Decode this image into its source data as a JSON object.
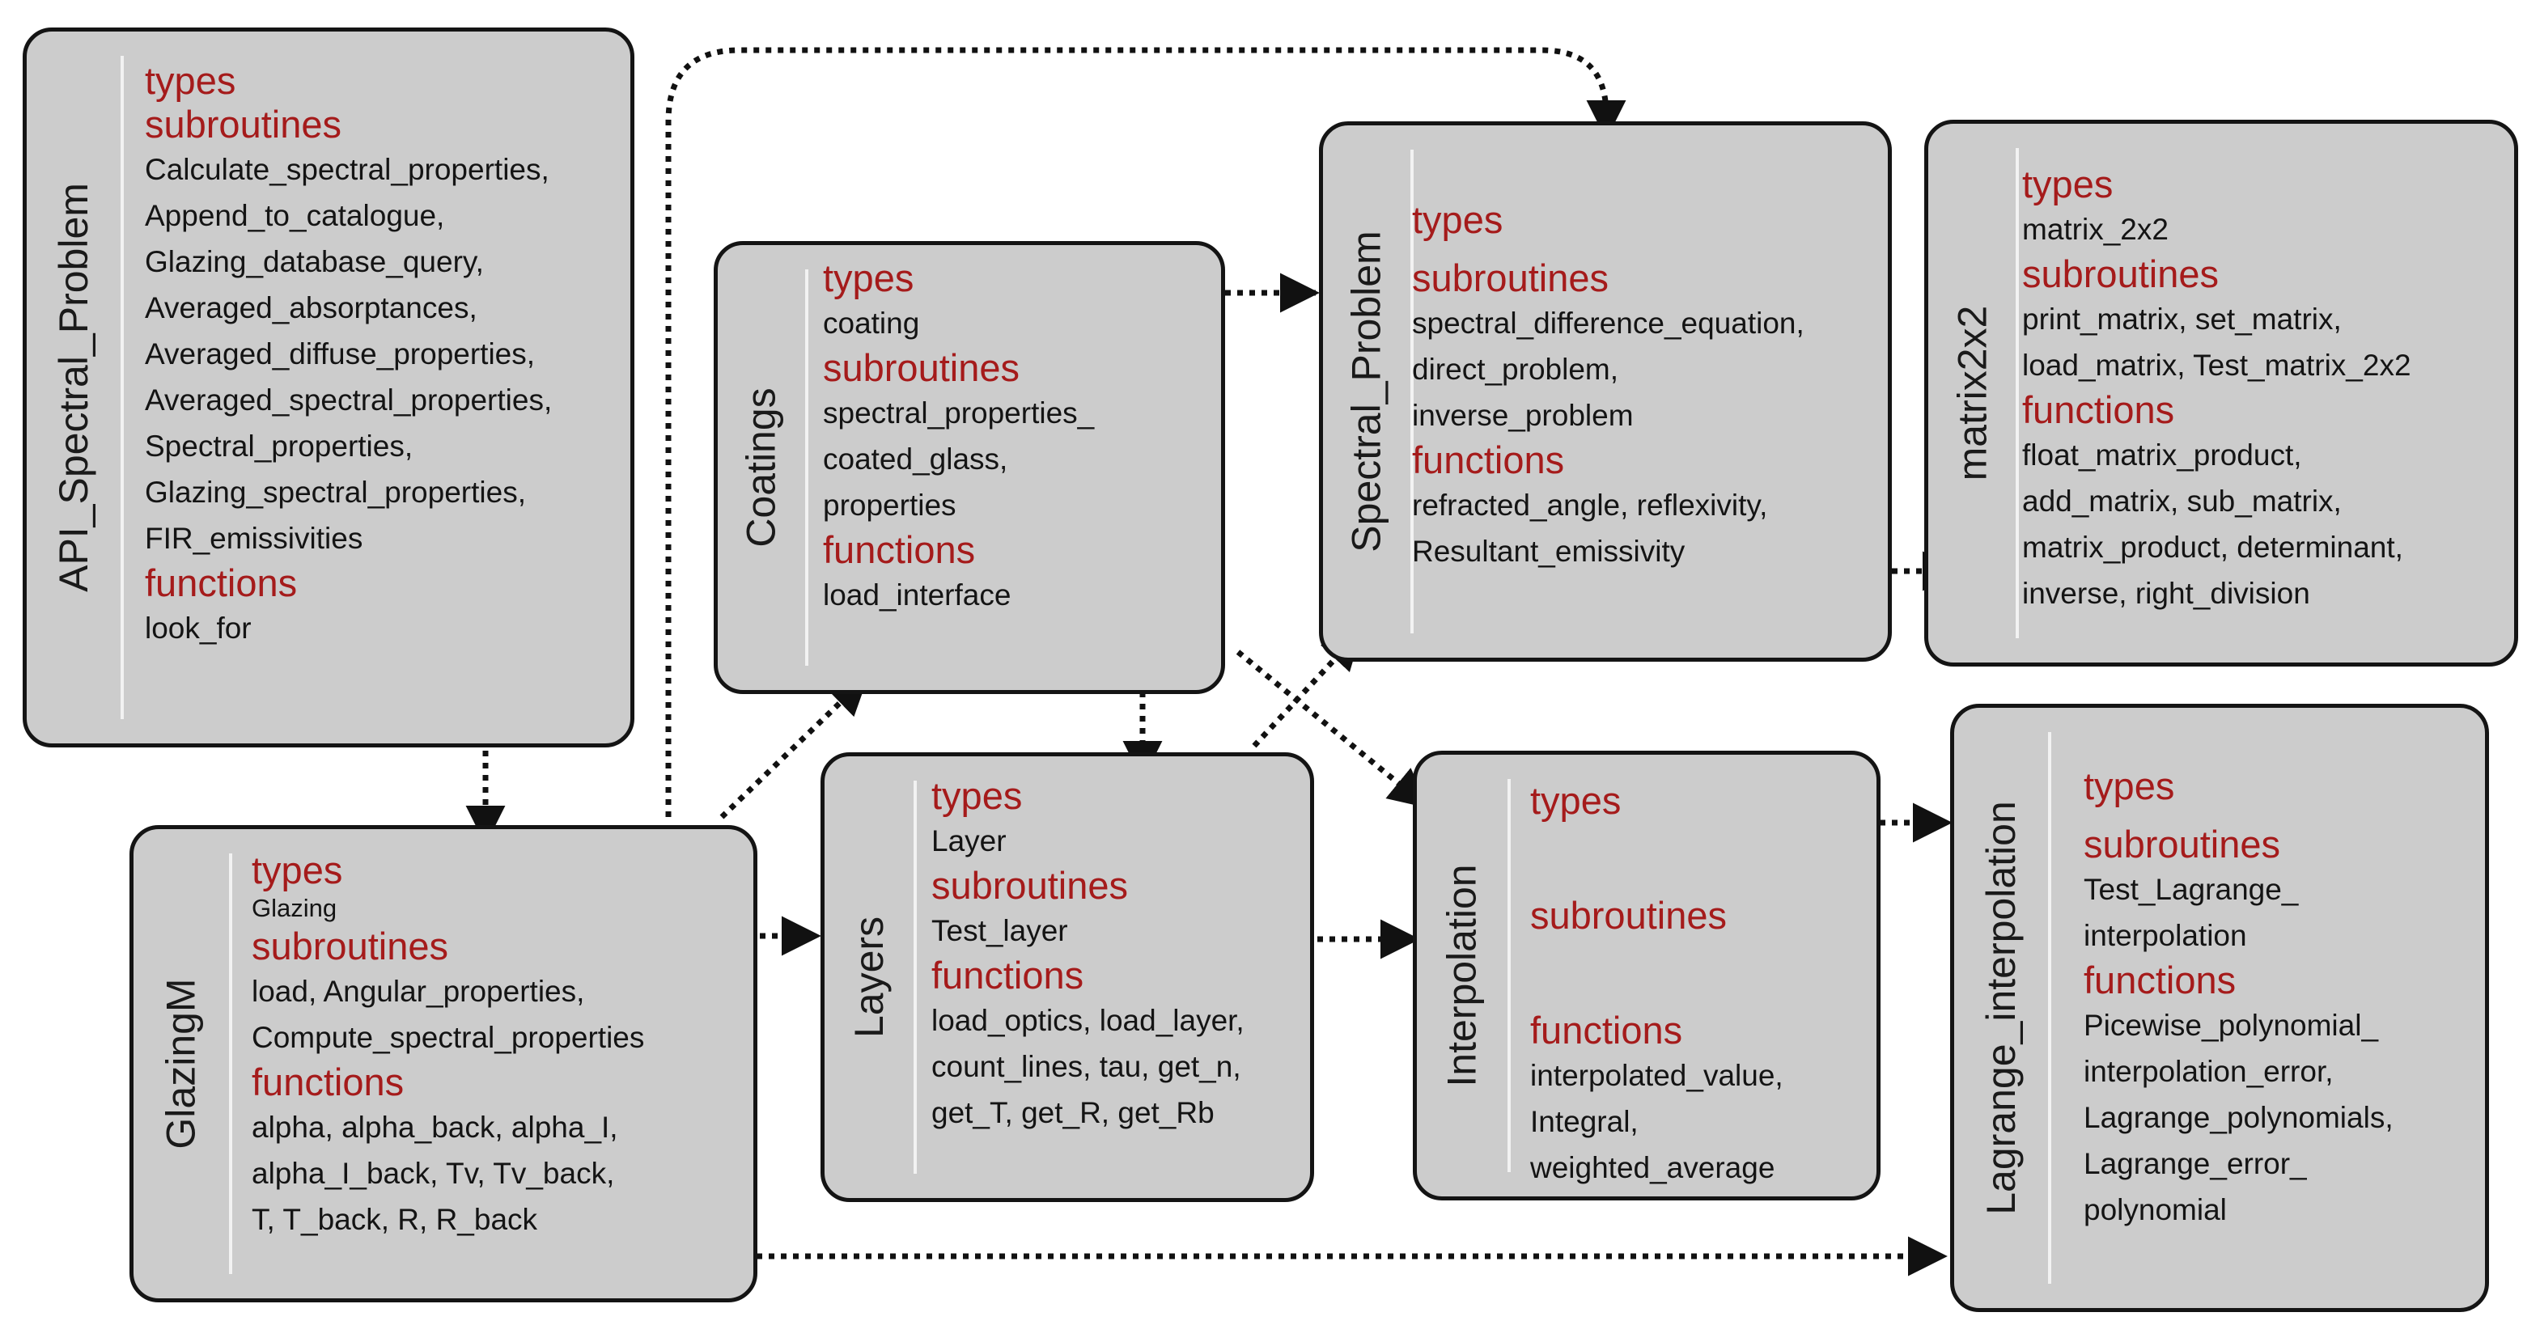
{
  "diagram": {
    "headings": {
      "types": "types",
      "subroutines": "subroutines",
      "functions": "functions"
    },
    "modules": {
      "api": {
        "title": "API_Spectral_Problem",
        "types": [],
        "subroutines": [
          "Calculate_spectral_properties,",
          "Append_to_catalogue,",
          "Glazing_database_query,",
          "Averaged_absorptances,",
          "Averaged_diffuse_properties,",
          "Averaged_spectral_properties,",
          "Spectral_properties,",
          "Glazing_spectral_properties,",
          "FIR_emissivities"
        ],
        "functions": [
          "look_for"
        ]
      },
      "glazing": {
        "title": "GlazingM",
        "types": [
          "Glazing"
        ],
        "subroutines": [
          "load, Angular_properties,",
          "Compute_spectral_properties"
        ],
        "functions": [
          "alpha, alpha_back, alpha_I,",
          "alpha_I_back, Tv, Tv_back,",
          "T, T_back, R, R_back"
        ]
      },
      "coatings": {
        "title": "Coatings",
        "types": [
          "coating"
        ],
        "subroutines": [
          "spectral_properties_",
          "coated_glass,",
          "properties"
        ],
        "functions": [
          "load_interface"
        ]
      },
      "layers": {
        "title": "Layers",
        "types": [
          "Layer"
        ],
        "subroutines": [
          "Test_layer"
        ],
        "functions": [
          "load_optics, load_layer,",
          "count_lines, tau, get_n,",
          "get_T, get_R, get_Rb"
        ]
      },
      "spectral": {
        "title": "Spectral_Problem",
        "types": [],
        "subroutines": [
          "spectral_difference_equation,",
          "direct_problem,",
          "inverse_problem"
        ],
        "functions": [
          "refracted_angle, reflexivity,",
          "Resultant_emissivity"
        ]
      },
      "matrix": {
        "title": "matrix2x2",
        "types": [
          "matrix_2x2"
        ],
        "subroutines": [
          "print_matrix, set_matrix,",
          "load_matrix, Test_matrix_2x2"
        ],
        "functions": [
          "float_matrix_product,",
          "add_matrix, sub_matrix,",
          "matrix_product, determinant,",
          "inverse, right_division"
        ]
      },
      "interp": {
        "title": "Interpolation",
        "types": [],
        "subroutines": [],
        "functions": [
          "interpolated_value,",
          "Integral,",
          "weighted_average"
        ]
      },
      "lagrange": {
        "title": "Lagrange_interpolation",
        "types": [],
        "subroutines": [
          "Test_Lagrange_",
          "interpolation"
        ],
        "functions": [
          "Picewise_polynomial_",
          "interpolation_error,",
          "Lagrange_polynomials,",
          "Lagrange_error_",
          "polynomial"
        ]
      }
    },
    "edges": [
      {
        "from": "api",
        "to": "glazing"
      },
      {
        "from": "glazing",
        "to": "spectral"
      },
      {
        "from": "glazing",
        "to": "coatings"
      },
      {
        "from": "glazing",
        "to": "layers"
      },
      {
        "from": "glazing",
        "to": "lagrange"
      },
      {
        "from": "coatings",
        "to": "spectral"
      },
      {
        "from": "coatings",
        "to": "layers"
      },
      {
        "from": "coatings",
        "to": "interp"
      },
      {
        "from": "layers",
        "to": "spectral"
      },
      {
        "from": "layers",
        "to": "interp"
      },
      {
        "from": "spectral",
        "to": "matrix"
      },
      {
        "from": "interp",
        "to": "lagrange"
      }
    ]
  }
}
